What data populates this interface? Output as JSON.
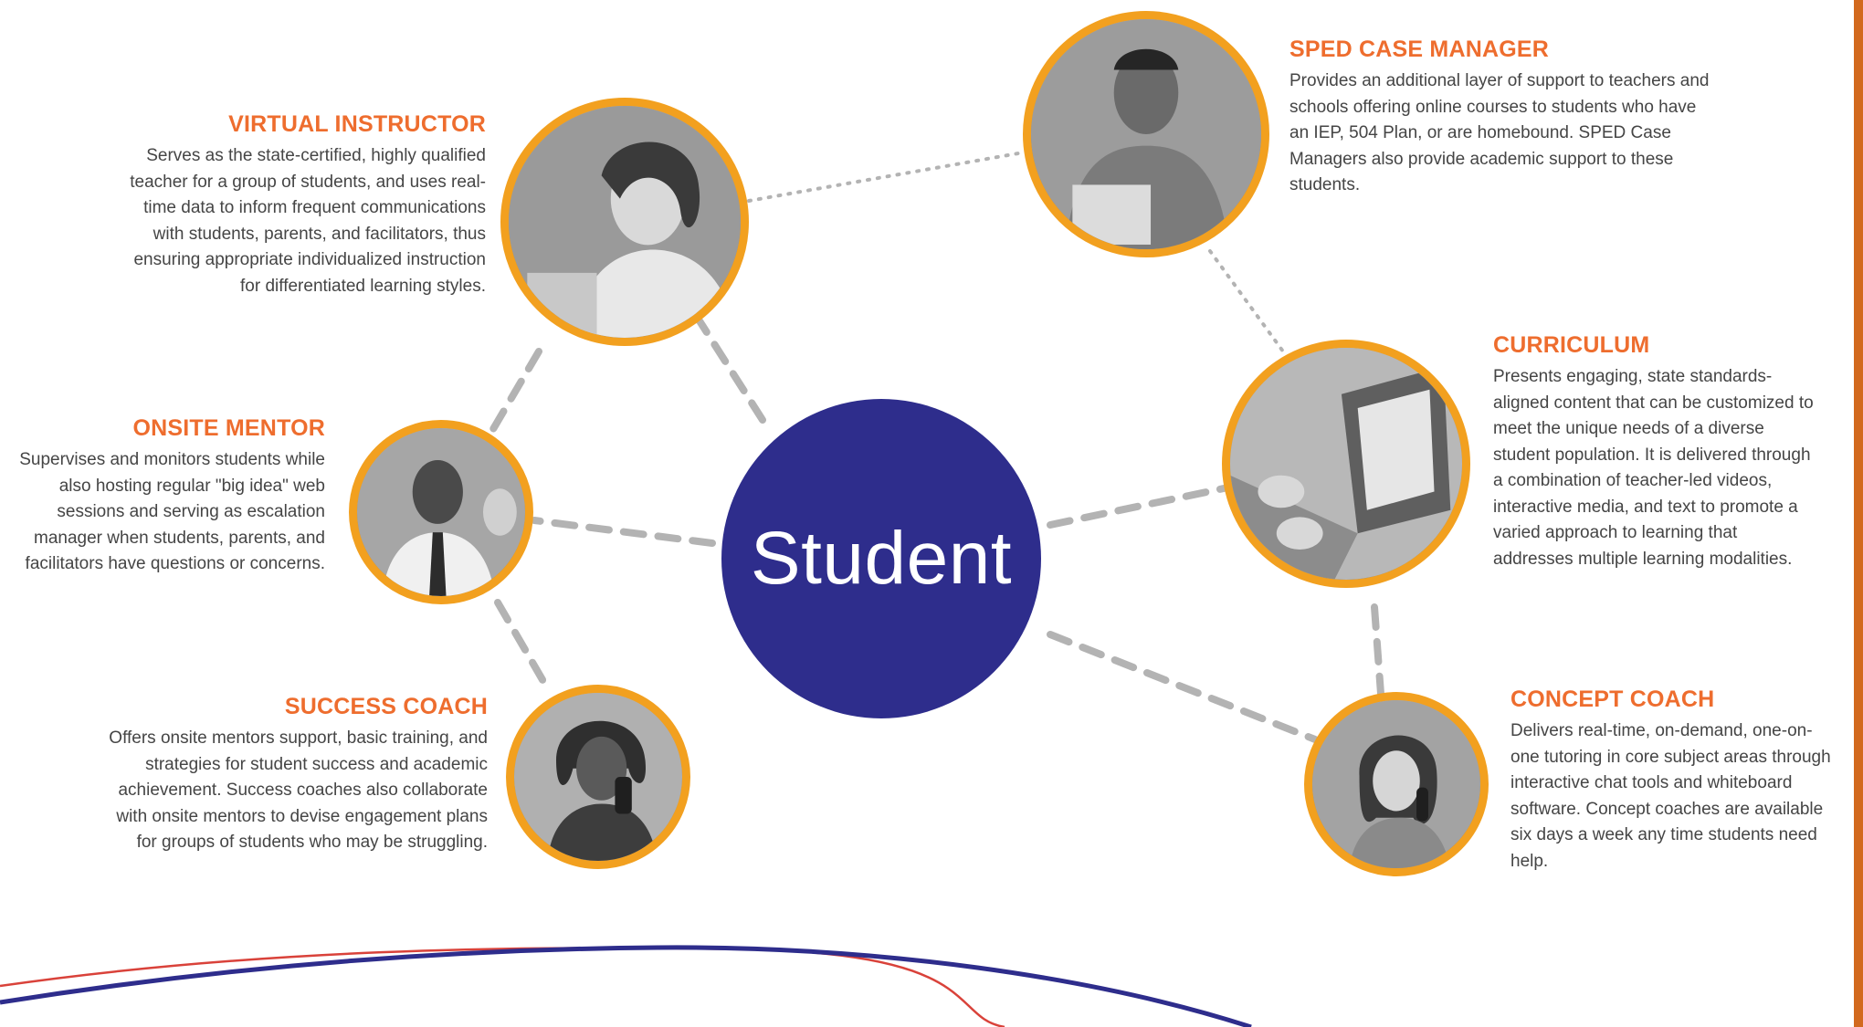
{
  "center": {
    "label": "Student"
  },
  "roles": [
    {
      "id": "virtual-instructor",
      "title": "VIRTUAL INSTRUCTOR",
      "description": "Serves as the state-certified, highly qualified teacher for a group of students, and uses real-time data to inform frequent communications with students, parents, and facilitators, thus ensuring appropriate individualized instruction for differentiated learning styles.",
      "photo": "woman-smiling-at-laptop"
    },
    {
      "id": "onsite-mentor",
      "title": "ONSITE MENTOR",
      "description": "Supervises and monitors students while also hosting regular \"big idea\" web sessions and serving as escalation manager when students, parents, and facilitators have questions or concerns.",
      "photo": "man-in-tie-with-student"
    },
    {
      "id": "success-coach",
      "title": "SUCCESS COACH",
      "description": "Offers onsite mentors support, basic training, and strategies for student success and academic achievement. Success coaches also collaborate with onsite mentors to devise engagement plans for groups of students who may be struggling.",
      "photo": "woman-on-phone"
    },
    {
      "id": "sped-case-manager",
      "title": "SPED CASE MANAGER",
      "description": "Provides an additional layer of support to teachers and schools offering online courses to students who have an IEP, 504 Plan, or are homebound. SPED Case Managers also provide academic support to these students.",
      "photo": "man-at-laptop"
    },
    {
      "id": "curriculum",
      "title": "CURRICULUM",
      "description": "Presents engaging, state standards-aligned content that can be customized to meet the unique needs of a diverse student population. It is delivered through a combination of teacher-led videos, interactive media, and text to promote a varied approach to learning that addresses multiple learning modalities.",
      "photo": "hands-on-laptop-keyboard"
    },
    {
      "id": "concept-coach",
      "title": "CONCEPT COACH",
      "description": "Delivers real-time, on-demand, one-on-one tutoring in core subject areas through interactive chat tools and whiteboard software. Concept coaches are available six days a week any time students need help.",
      "photo": "woman-with-headset"
    }
  ],
  "colors": {
    "center_fill": "#2e2d8c",
    "ring": "#f2a01f",
    "title": "#ee6d2e",
    "body_text": "#454545",
    "connector": "#b3b3b3",
    "wave_blue": "#2e2d8c",
    "wave_red": "#d9423a",
    "side_bar": "#d2691e"
  }
}
